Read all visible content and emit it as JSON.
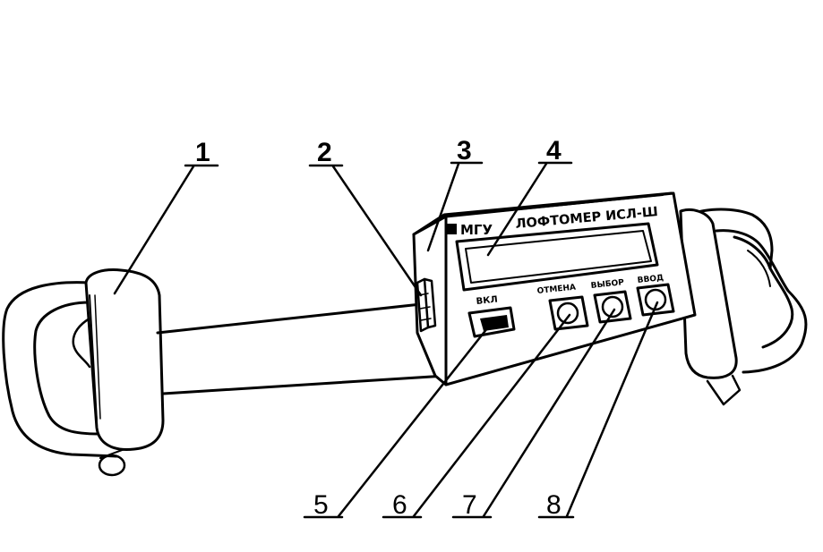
{
  "device": {
    "brand": "МГУ",
    "title": "ЛОФТОМЕР ИСЛ-Ш",
    "buttons": {
      "power": "ВКЛ",
      "cancel": "ОТМЕНА",
      "select": "ВЫБОР",
      "enter": "ВВОД"
    }
  },
  "callouts": {
    "c1": "1",
    "c2": "2",
    "c3": "3",
    "c4": "4",
    "c5": "5",
    "c6": "6",
    "c7": "7",
    "c8": "8"
  },
  "colors": {
    "ink": "#000000",
    "paper": "#ffffff"
  }
}
